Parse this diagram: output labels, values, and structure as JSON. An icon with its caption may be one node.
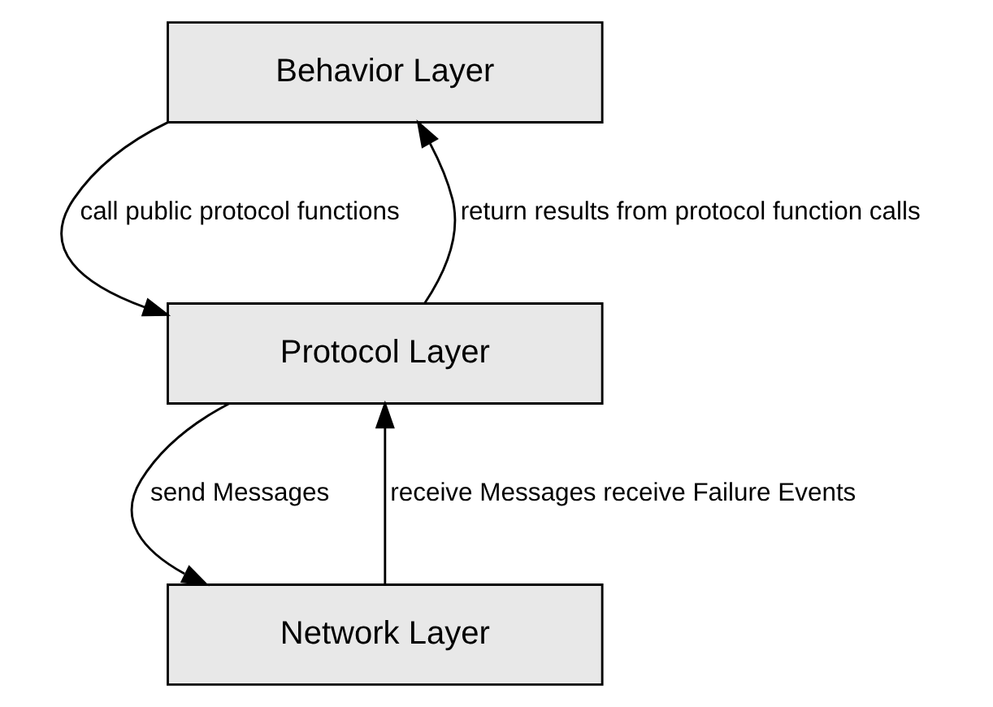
{
  "diagram": {
    "nodes": [
      {
        "text": [
          "Behavior Layer"
        ]
      },
      {
        "text": [
          "Protocol Layer"
        ]
      },
      {
        "text": [
          "Network Layer"
        ]
      }
    ],
    "edges": [
      {
        "from": 0,
        "to": 1,
        "arrow": "to",
        "label": "call public protocol functions"
      },
      {
        "from": 1,
        "to": 0,
        "arrow": "to",
        "label": "return results from protocol function calls"
      },
      {
        "from": 1,
        "to": 2,
        "arrow": "to",
        "label": "send Messages"
      },
      {
        "from": 2,
        "to": 1,
        "arrow": "to",
        "label": "receive Messages receive Failure Events"
      }
    ]
  }
}
